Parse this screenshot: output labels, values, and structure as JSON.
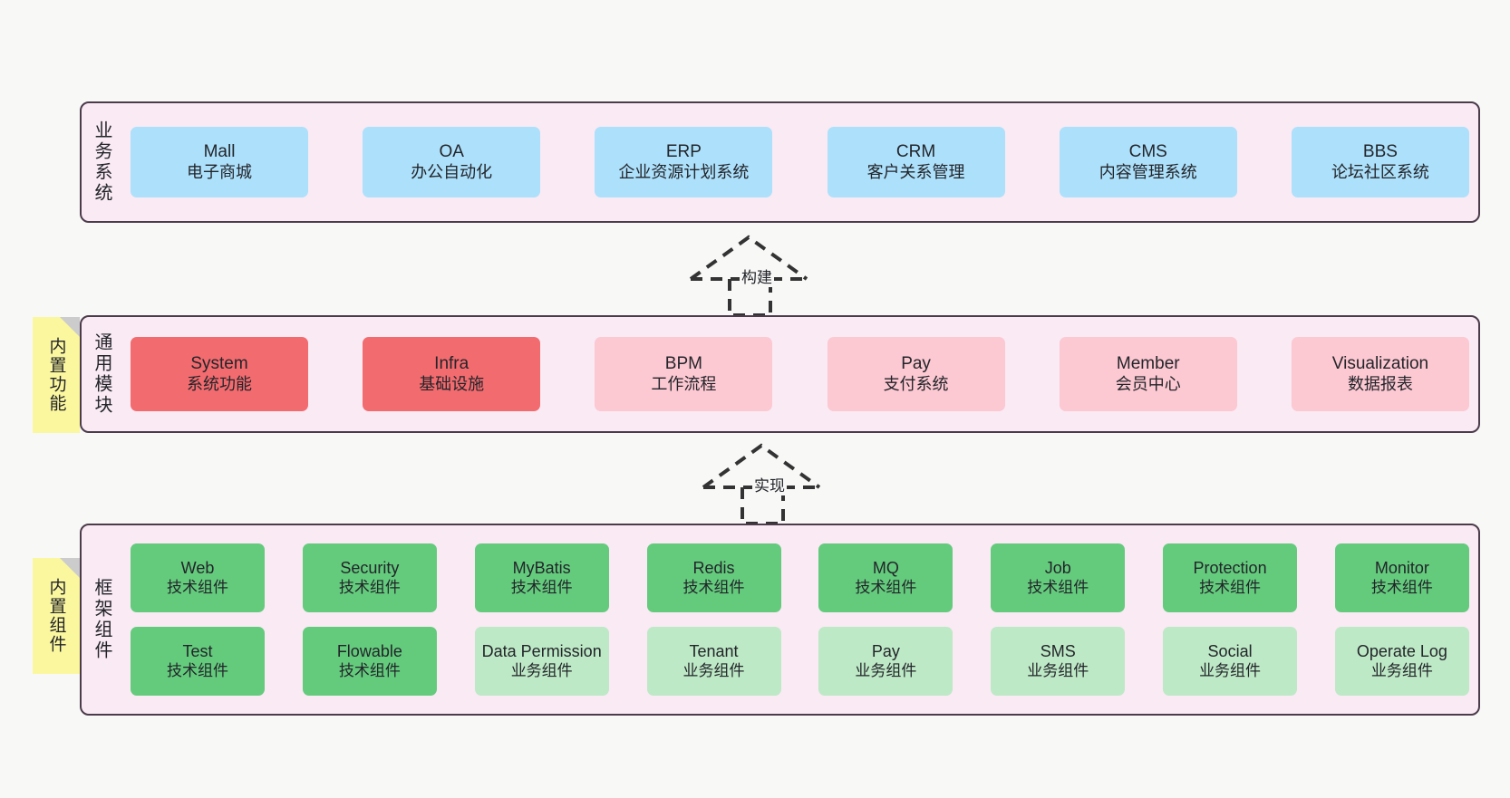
{
  "diagram": {
    "background": "#f8f8f7",
    "panel_bg": "#f9eaf4",
    "panel_border": "#4c3b4b",
    "colors": {
      "business_card": "#ade0fb",
      "module_card": "#fcc8d2",
      "module_card_highlight": "#f26b6f",
      "tech_component": "#64cb7d",
      "business_component": "#bee9c6",
      "note": "#fbf79e",
      "note_fold": "#cccccc"
    }
  },
  "layers": {
    "business": {
      "label": "业务系统",
      "cards": [
        {
          "en": "Mall",
          "cn": "电子商城"
        },
        {
          "en": "OA",
          "cn": "办公自动化"
        },
        {
          "en": "ERP",
          "cn": "企业资源计划系统"
        },
        {
          "en": "CRM",
          "cn": "客户关系管理"
        },
        {
          "en": "CMS",
          "cn": "内容管理系统"
        },
        {
          "en": "BBS",
          "cn": "论坛社区系统"
        }
      ]
    },
    "modules": {
      "label": "通用模块",
      "note": "内置功能",
      "cards": [
        {
          "en": "System",
          "cn": "系统功能",
          "highlight": true
        },
        {
          "en": "Infra",
          "cn": "基础设施",
          "highlight": true
        },
        {
          "en": "BPM",
          "cn": "工作流程",
          "highlight": false
        },
        {
          "en": "Pay",
          "cn": "支付系统",
          "highlight": false
        },
        {
          "en": "Member",
          "cn": "会员中心",
          "highlight": false
        },
        {
          "en": "Visualization",
          "cn": "数据报表",
          "highlight": false
        }
      ]
    },
    "framework": {
      "label": "框架组件",
      "note": "内置组件",
      "row1": [
        {
          "en": "Web",
          "cn": "技术组件",
          "kind": "tech"
        },
        {
          "en": "Security",
          "cn": "技术组件",
          "kind": "tech"
        },
        {
          "en": "MyBatis",
          "cn": "技术组件",
          "kind": "tech"
        },
        {
          "en": "Redis",
          "cn": "技术组件",
          "kind": "tech"
        },
        {
          "en": "MQ",
          "cn": "技术组件",
          "kind": "tech"
        },
        {
          "en": "Job",
          "cn": "技术组件",
          "kind": "tech"
        },
        {
          "en": "Protection",
          "cn": "技术组件",
          "kind": "tech"
        },
        {
          "en": "Monitor",
          "cn": "技术组件",
          "kind": "tech"
        }
      ],
      "row2": [
        {
          "en": "Test",
          "cn": "技术组件",
          "kind": "tech"
        },
        {
          "en": "Flowable",
          "cn": "技术组件",
          "kind": "tech"
        },
        {
          "en": "Data Permission",
          "cn": "业务组件",
          "kind": "business"
        },
        {
          "en": "Tenant",
          "cn": "业务组件",
          "kind": "business"
        },
        {
          "en": "Pay",
          "cn": "业务组件",
          "kind": "business"
        },
        {
          "en": "SMS",
          "cn": "业务组件",
          "kind": "business"
        },
        {
          "en": "Social",
          "cn": "业务组件",
          "kind": "business"
        },
        {
          "en": "Operate Log",
          "cn": "业务组件",
          "kind": "business"
        }
      ]
    }
  },
  "connectors": [
    {
      "label": "构建",
      "from": "通用模块",
      "to": "业务系统"
    },
    {
      "label": "实现",
      "from": "框架组件",
      "to": "通用模块"
    }
  ]
}
